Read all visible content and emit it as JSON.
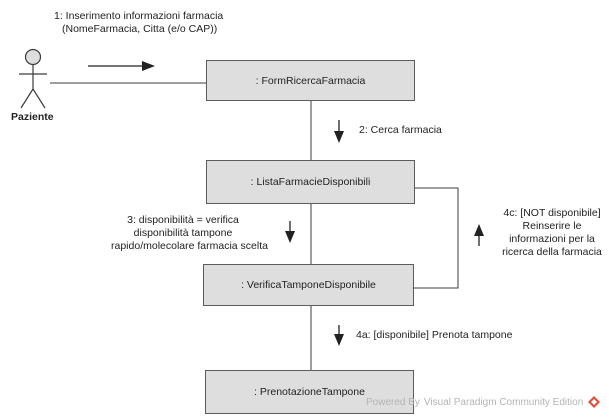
{
  "actor": {
    "name": "Paziente"
  },
  "objects": {
    "form": ": FormRicercaFarmacia",
    "lista": ": ListaFarmacieDisponibili",
    "verifica": ": VerificaTamponeDisponibile",
    "prenotazione": ": PrenotazioneTampone"
  },
  "messages": {
    "m1": [
      "1: Inserimento informazioni farmacia",
      "(NomeFarmacia, Citta (e/o CAP))"
    ],
    "m2": [
      "2: Cerca farmacia"
    ],
    "m3": [
      "3: disponibilità = verifica",
      "disponibilità tampone",
      "rapido/molecolare farmacia scelta"
    ],
    "m4a": [
      "4a: [disponibile] Prenota tampone"
    ],
    "m4c": [
      "4c: [NOT disponibile]",
      "Reinserire le",
      "informazioni per la",
      "ricerca della farmacia"
    ]
  },
  "watermark": {
    "text": "Powered By  Visual Paradigm Community Edition"
  },
  "colors": {
    "box_fill": "#dedede",
    "box_border": "#5c5c5c",
    "line": "#3c3c3c",
    "logo": "#e0503c"
  }
}
